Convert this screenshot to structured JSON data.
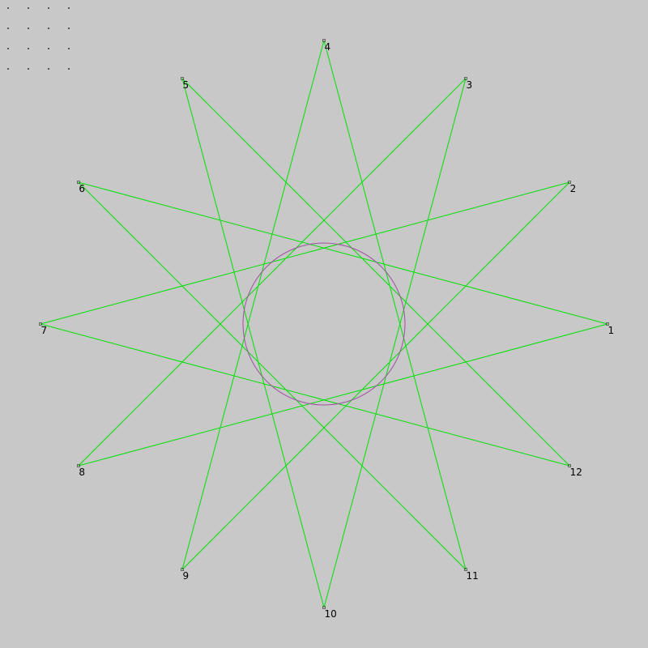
{
  "diagram": {
    "background": "#c8c8c8",
    "line_color": "#00e000",
    "circle_color": "#a050a0",
    "marker_color": "#404040",
    "dot_color": "#303030",
    "star_step": 5,
    "points": [
      {
        "label": "1"
      },
      {
        "label": "2"
      },
      {
        "label": "3"
      },
      {
        "label": "4"
      },
      {
        "label": "5"
      },
      {
        "label": "6"
      },
      {
        "label": "7"
      },
      {
        "label": "8"
      },
      {
        "label": "9"
      },
      {
        "label": "10"
      },
      {
        "label": "11"
      },
      {
        "label": "12"
      }
    ]
  }
}
